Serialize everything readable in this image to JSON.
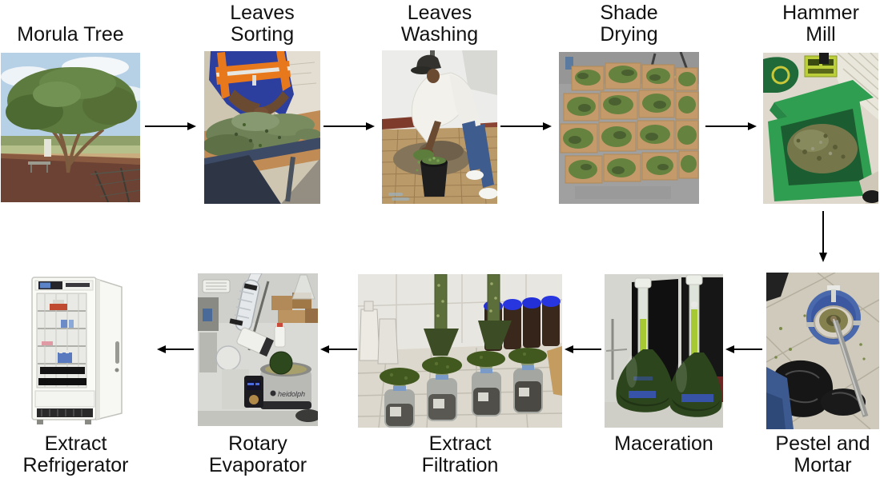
{
  "page": {
    "background": "#ffffff",
    "label_color": "#111111",
    "arrow_color": "#000000"
  },
  "steps": [
    {
      "name": "morula-tree",
      "row": "top",
      "label": "Morula Tree",
      "label_lines": [
        "Morula Tree"
      ]
    },
    {
      "name": "leaves-sorting",
      "row": "top",
      "label": "Leaves Sorting",
      "label_lines": [
        "Leaves",
        "Sorting"
      ]
    },
    {
      "name": "leaves-washing",
      "row": "top",
      "label": "Leaves Washing",
      "label_lines": [
        "Leaves",
        "Washing"
      ]
    },
    {
      "name": "shade-drying",
      "row": "top",
      "label": "Shade Drying",
      "label_lines": [
        "Shade",
        "Drying"
      ]
    },
    {
      "name": "hammer-mill",
      "row": "top",
      "label": "Hammer Mill",
      "label_lines": [
        "Hammer",
        "Mill"
      ]
    },
    {
      "name": "pestel-and-mortar",
      "row": "bottom",
      "label": "Pestel and Mortar",
      "label_lines": [
        "Pestel and",
        "Mortar"
      ]
    },
    {
      "name": "maceration",
      "row": "bottom",
      "label": "Maceration",
      "label_lines": [
        "Maceration"
      ]
    },
    {
      "name": "extract-filtration",
      "row": "bottom",
      "label": "Extract Filtration",
      "label_lines": [
        "Extract",
        "Filtration"
      ]
    },
    {
      "name": "rotary-evaporator",
      "row": "bottom",
      "label": "Rotary Evaporator",
      "label_lines": [
        "Rotary",
        "Evaporator"
      ]
    },
    {
      "name": "extract-refrigerator",
      "row": "bottom",
      "label": "Extract Refrigerator",
      "label_lines": [
        "Extract",
        "Refrigerator"
      ]
    }
  ],
  "arrows": [
    {
      "from": "morula-tree",
      "to": "leaves-sorting",
      "direction": "right"
    },
    {
      "from": "leaves-sorting",
      "to": "leaves-washing",
      "direction": "right"
    },
    {
      "from": "leaves-washing",
      "to": "shade-drying",
      "direction": "right"
    },
    {
      "from": "shade-drying",
      "to": "hammer-mill",
      "direction": "right"
    },
    {
      "from": "hammer-mill",
      "to": "pestel-and-mortar",
      "direction": "down"
    },
    {
      "from": "pestel-and-mortar",
      "to": "maceration",
      "direction": "left"
    },
    {
      "from": "maceration",
      "to": "extract-filtration",
      "direction": "left"
    },
    {
      "from": "extract-filtration",
      "to": "rotary-evaporator",
      "direction": "left"
    },
    {
      "from": "rotary-evaporator",
      "to": "extract-refrigerator",
      "direction": "left"
    }
  ],
  "photo_text": {
    "rotary_evaporator_brand": "heidolph"
  }
}
